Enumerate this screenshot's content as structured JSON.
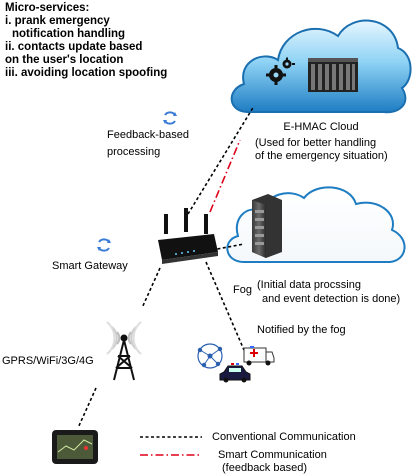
{
  "microservices": {
    "title": "Micro-services:",
    "items": [
      "i. prank emergency",
      "  notification handling",
      "ii. contacts update based",
      "on the user's location",
      "iii. avoiding location spoofing"
    ]
  },
  "labels": {
    "feedback_line1": "Feedback-based",
    "feedback_line2": "processing",
    "smart_gateway": "Smart Gateway",
    "cellular": "GPRS/WiFi/3G/4G",
    "cloud_title": "E-HMAC Cloud",
    "cloud_desc_line1": "(Used for better handling",
    "cloud_desc_line2": "of the emergency situation)",
    "fog_title": "Fog",
    "fog_desc_line1": "(Initial data procssing",
    "fog_desc_line2": "and event detection is done)",
    "notified": "Notified by the fog"
  },
  "legend": {
    "conventional": "Conventional Communication",
    "smart_line1": "Smart Communication",
    "smart_line2": "(feedback based)"
  },
  "colors": {
    "cloud_light": "#d9f1ff",
    "cloud_mid": "#6cc3ef",
    "cloud_dark": "#1e7dc2",
    "smart_line": "#e0001a",
    "conventional_line": "#000000"
  }
}
